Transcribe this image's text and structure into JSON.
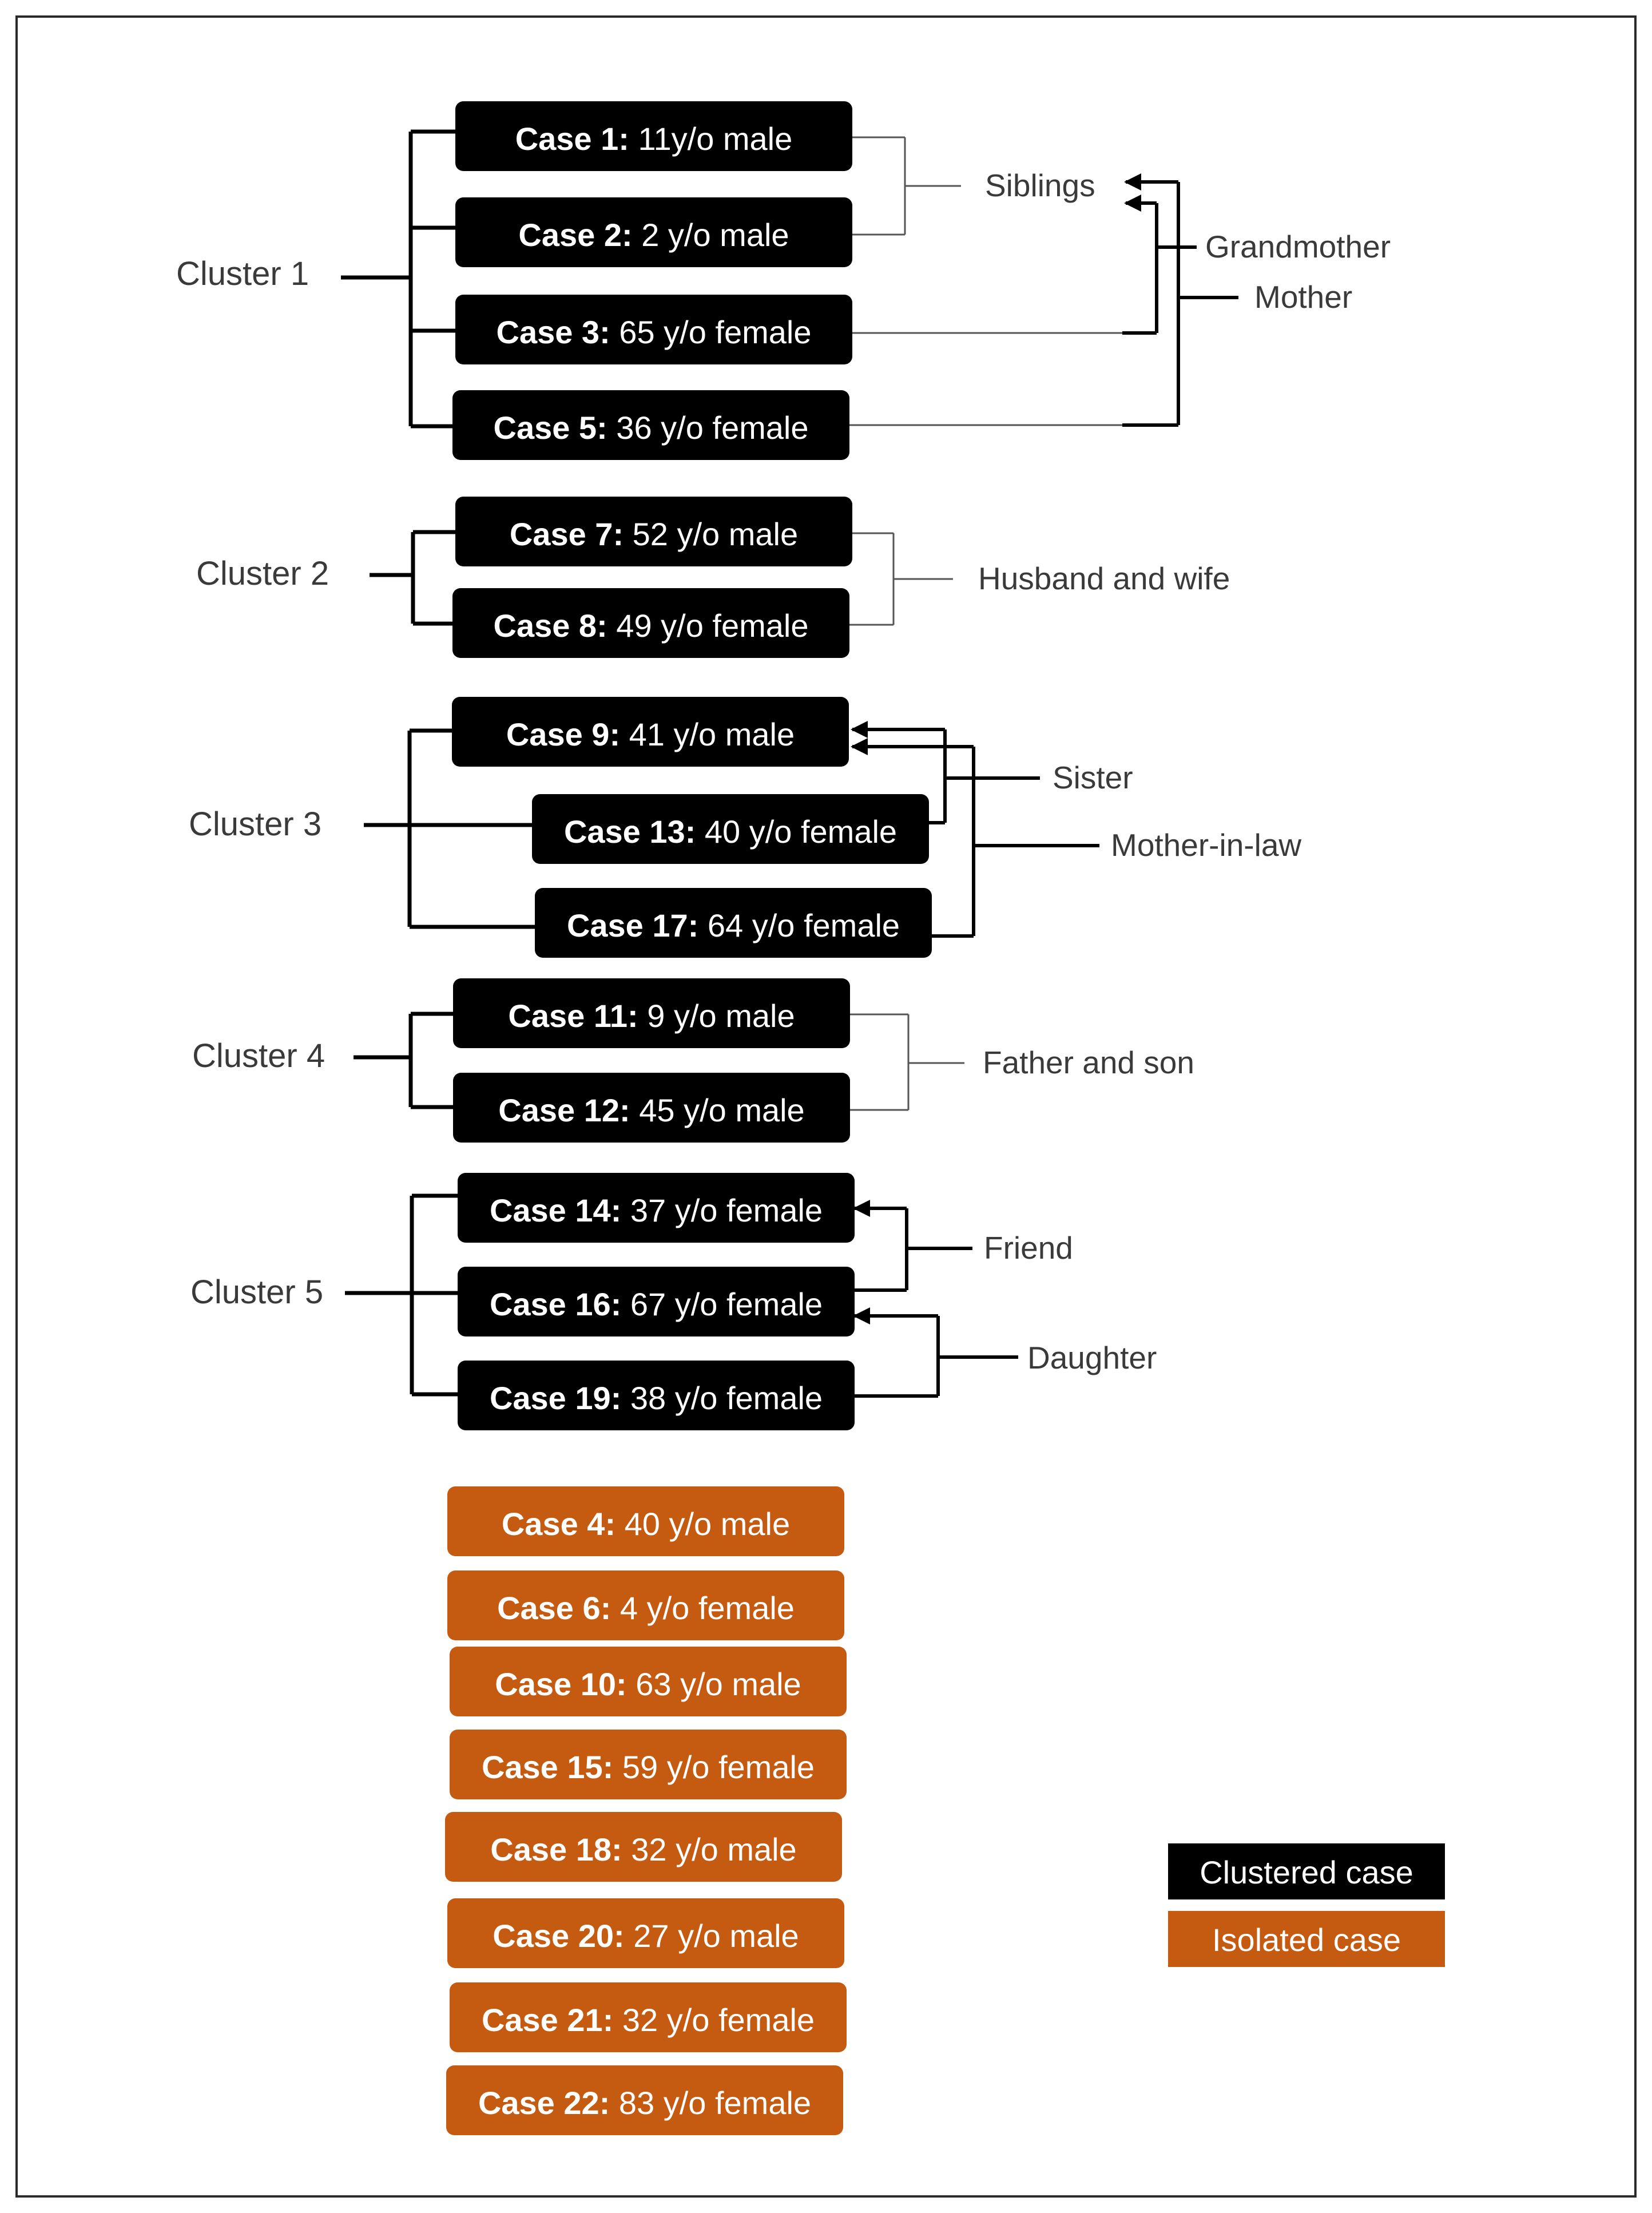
{
  "colors": {
    "clustered": "#000000",
    "isolated": "#c55a11",
    "line": "#000000"
  },
  "clusters": [
    {
      "label": "Cluster 1",
      "cases": [
        {
          "id": "Case 1:",
          "desc": " 11y/o male"
        },
        {
          "id": "Case 2:",
          "desc": " 2 y/o male"
        },
        {
          "id": "Case 3:",
          "desc": " 65 y/o female"
        },
        {
          "id": "Case 5:",
          "desc": " 36 y/o female"
        }
      ],
      "relations": [
        "Siblings",
        "Grandmother",
        "Mother"
      ]
    },
    {
      "label": "Cluster 2",
      "cases": [
        {
          "id": "Case 7:",
          "desc": " 52 y/o male"
        },
        {
          "id": "Case 8:",
          "desc": " 49 y/o female"
        }
      ],
      "relations": [
        "Husband and wife"
      ]
    },
    {
      "label": "Cluster 3",
      "cases": [
        {
          "id": "Case 9:",
          "desc": " 41 y/o male"
        },
        {
          "id": "Case 13:",
          "desc": " 40 y/o female"
        },
        {
          "id": "Case 17:",
          "desc": " 64 y/o female"
        }
      ],
      "relations": [
        "Sister",
        "Mother-in-law"
      ]
    },
    {
      "label": "Cluster 4",
      "cases": [
        {
          "id": "Case 11:",
          "desc": " 9 y/o male"
        },
        {
          "id": "Case 12:",
          "desc": " 45 y/o male"
        }
      ],
      "relations": [
        "Father and son"
      ]
    },
    {
      "label": "Cluster 5",
      "cases": [
        {
          "id": "Case 14:",
          "desc": " 37 y/o female"
        },
        {
          "id": "Case 16:",
          "desc": " 67 y/o female"
        },
        {
          "id": "Case 19:",
          "desc": " 38 y/o female"
        }
      ],
      "relations": [
        "Friend",
        "Daughter"
      ]
    }
  ],
  "isolated": [
    {
      "id": "Case 4:",
      "desc": " 40 y/o male"
    },
    {
      "id": "Case 6:",
      "desc": " 4 y/o female"
    },
    {
      "id": "Case 10:",
      "desc": " 63 y/o male"
    },
    {
      "id": "Case 15:",
      "desc": " 59 y/o female"
    },
    {
      "id": "Case 18:",
      "desc": " 32 y/o male"
    },
    {
      "id": "Case 20:",
      "desc": " 27 y/o male"
    },
    {
      "id": "Case 21:",
      "desc": " 32 y/o female"
    },
    {
      "id": "Case 22:",
      "desc": " 83 y/o female"
    }
  ],
  "legend": {
    "clustered": "Clustered case",
    "isolated": "Isolated case"
  }
}
